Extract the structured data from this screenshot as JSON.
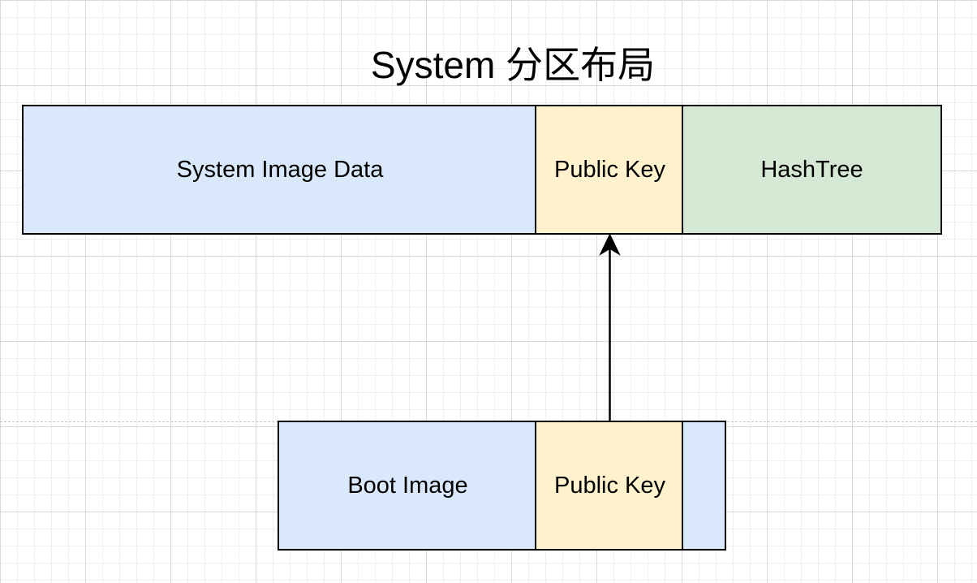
{
  "title": "System 分区布局",
  "system_partition": {
    "image_data_label": "System Image Data",
    "public_key_label": "Public Key",
    "hashtree_label": "HashTree"
  },
  "boot_partition": {
    "image_label": "Boot Image",
    "public_key_label": "Public Key",
    "trailing_segment_label": ""
  },
  "colors": {
    "blue_fill": "#dae8fc",
    "yellow_fill": "#fff2cc",
    "green_fill": "#d5e8d4",
    "stroke": "#000000"
  },
  "connector": {
    "from": "boot-public-key",
    "to": "system-public-key",
    "style": "arrow"
  }
}
